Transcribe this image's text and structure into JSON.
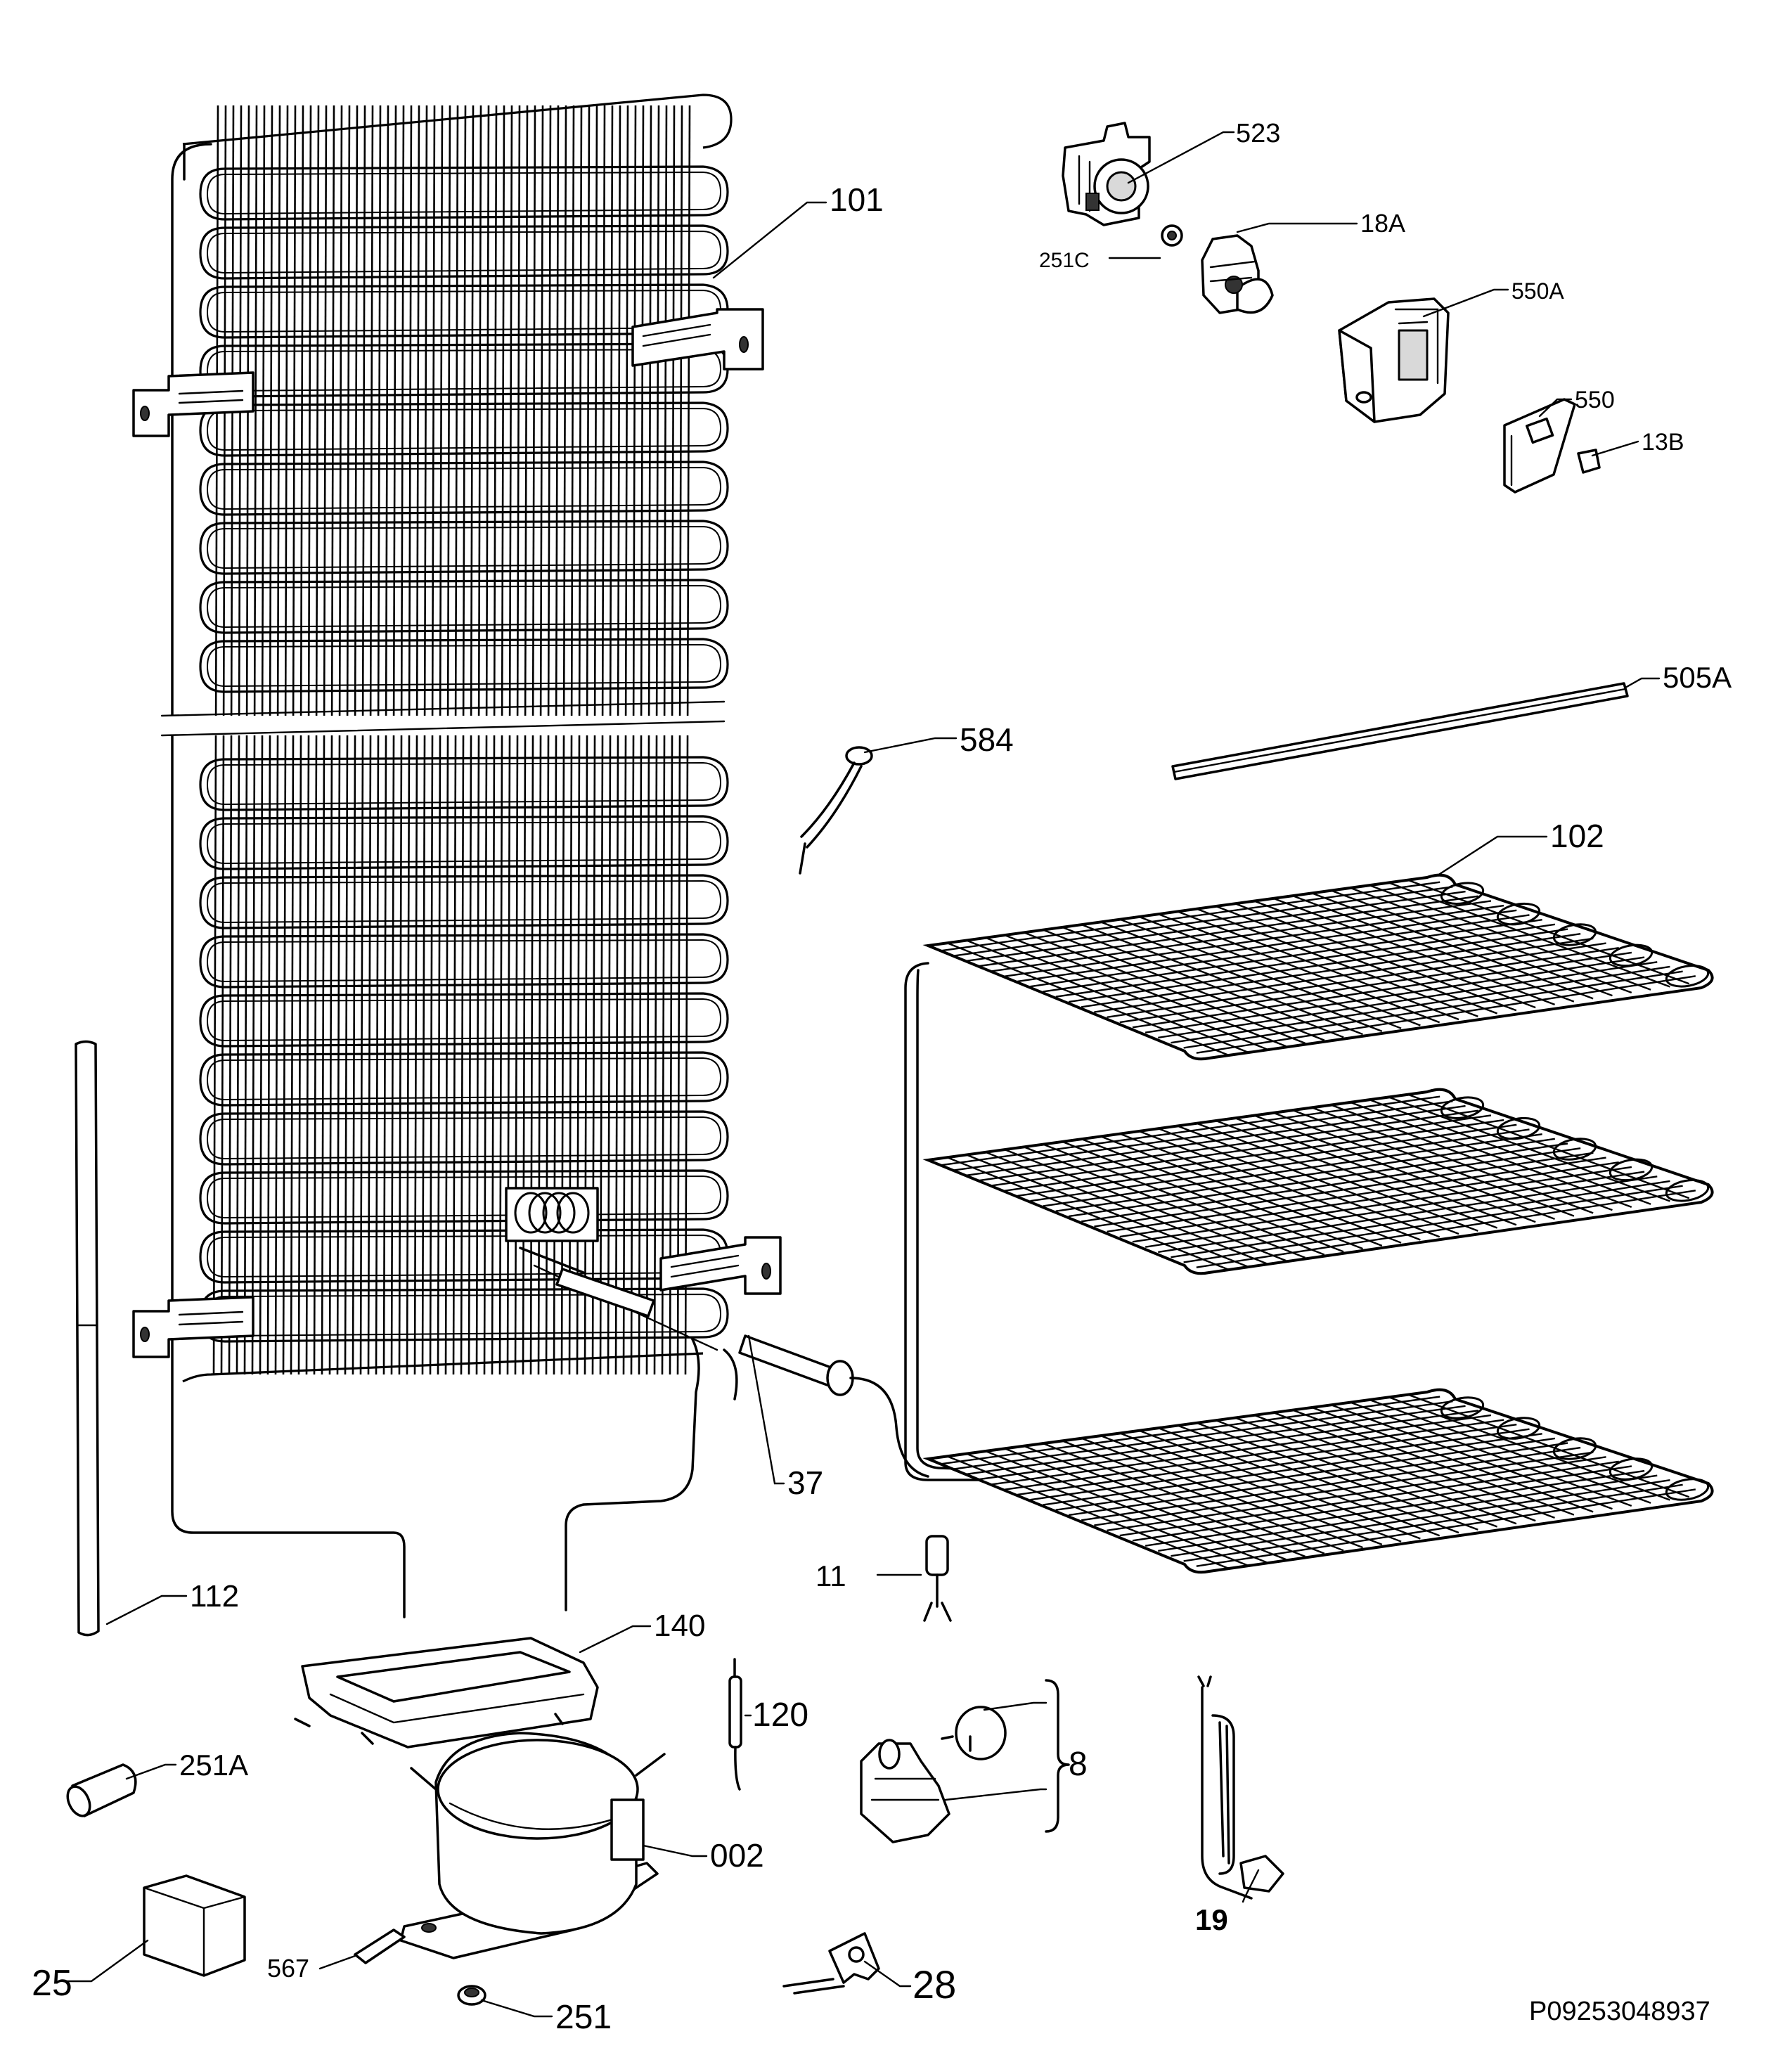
{
  "diagram": {
    "document_code": "P09253048937",
    "part_labels": {
      "p101": "101",
      "p523": "523",
      "p251c": "251C",
      "p18a": "18A",
      "p550a": "550A",
      "p550": "550",
      "p13b": "13B",
      "p505a": "505A",
      "p584": "584",
      "p102": "102",
      "p37": "37",
      "p11": "11",
      "p112": "112",
      "p140": "140",
      "p120": "120",
      "p8": "8",
      "p251a": "251A",
      "p002": "002",
      "p19": "19",
      "p25": "25",
      "p567": "567",
      "p28": "28",
      "p251": "251"
    }
  }
}
